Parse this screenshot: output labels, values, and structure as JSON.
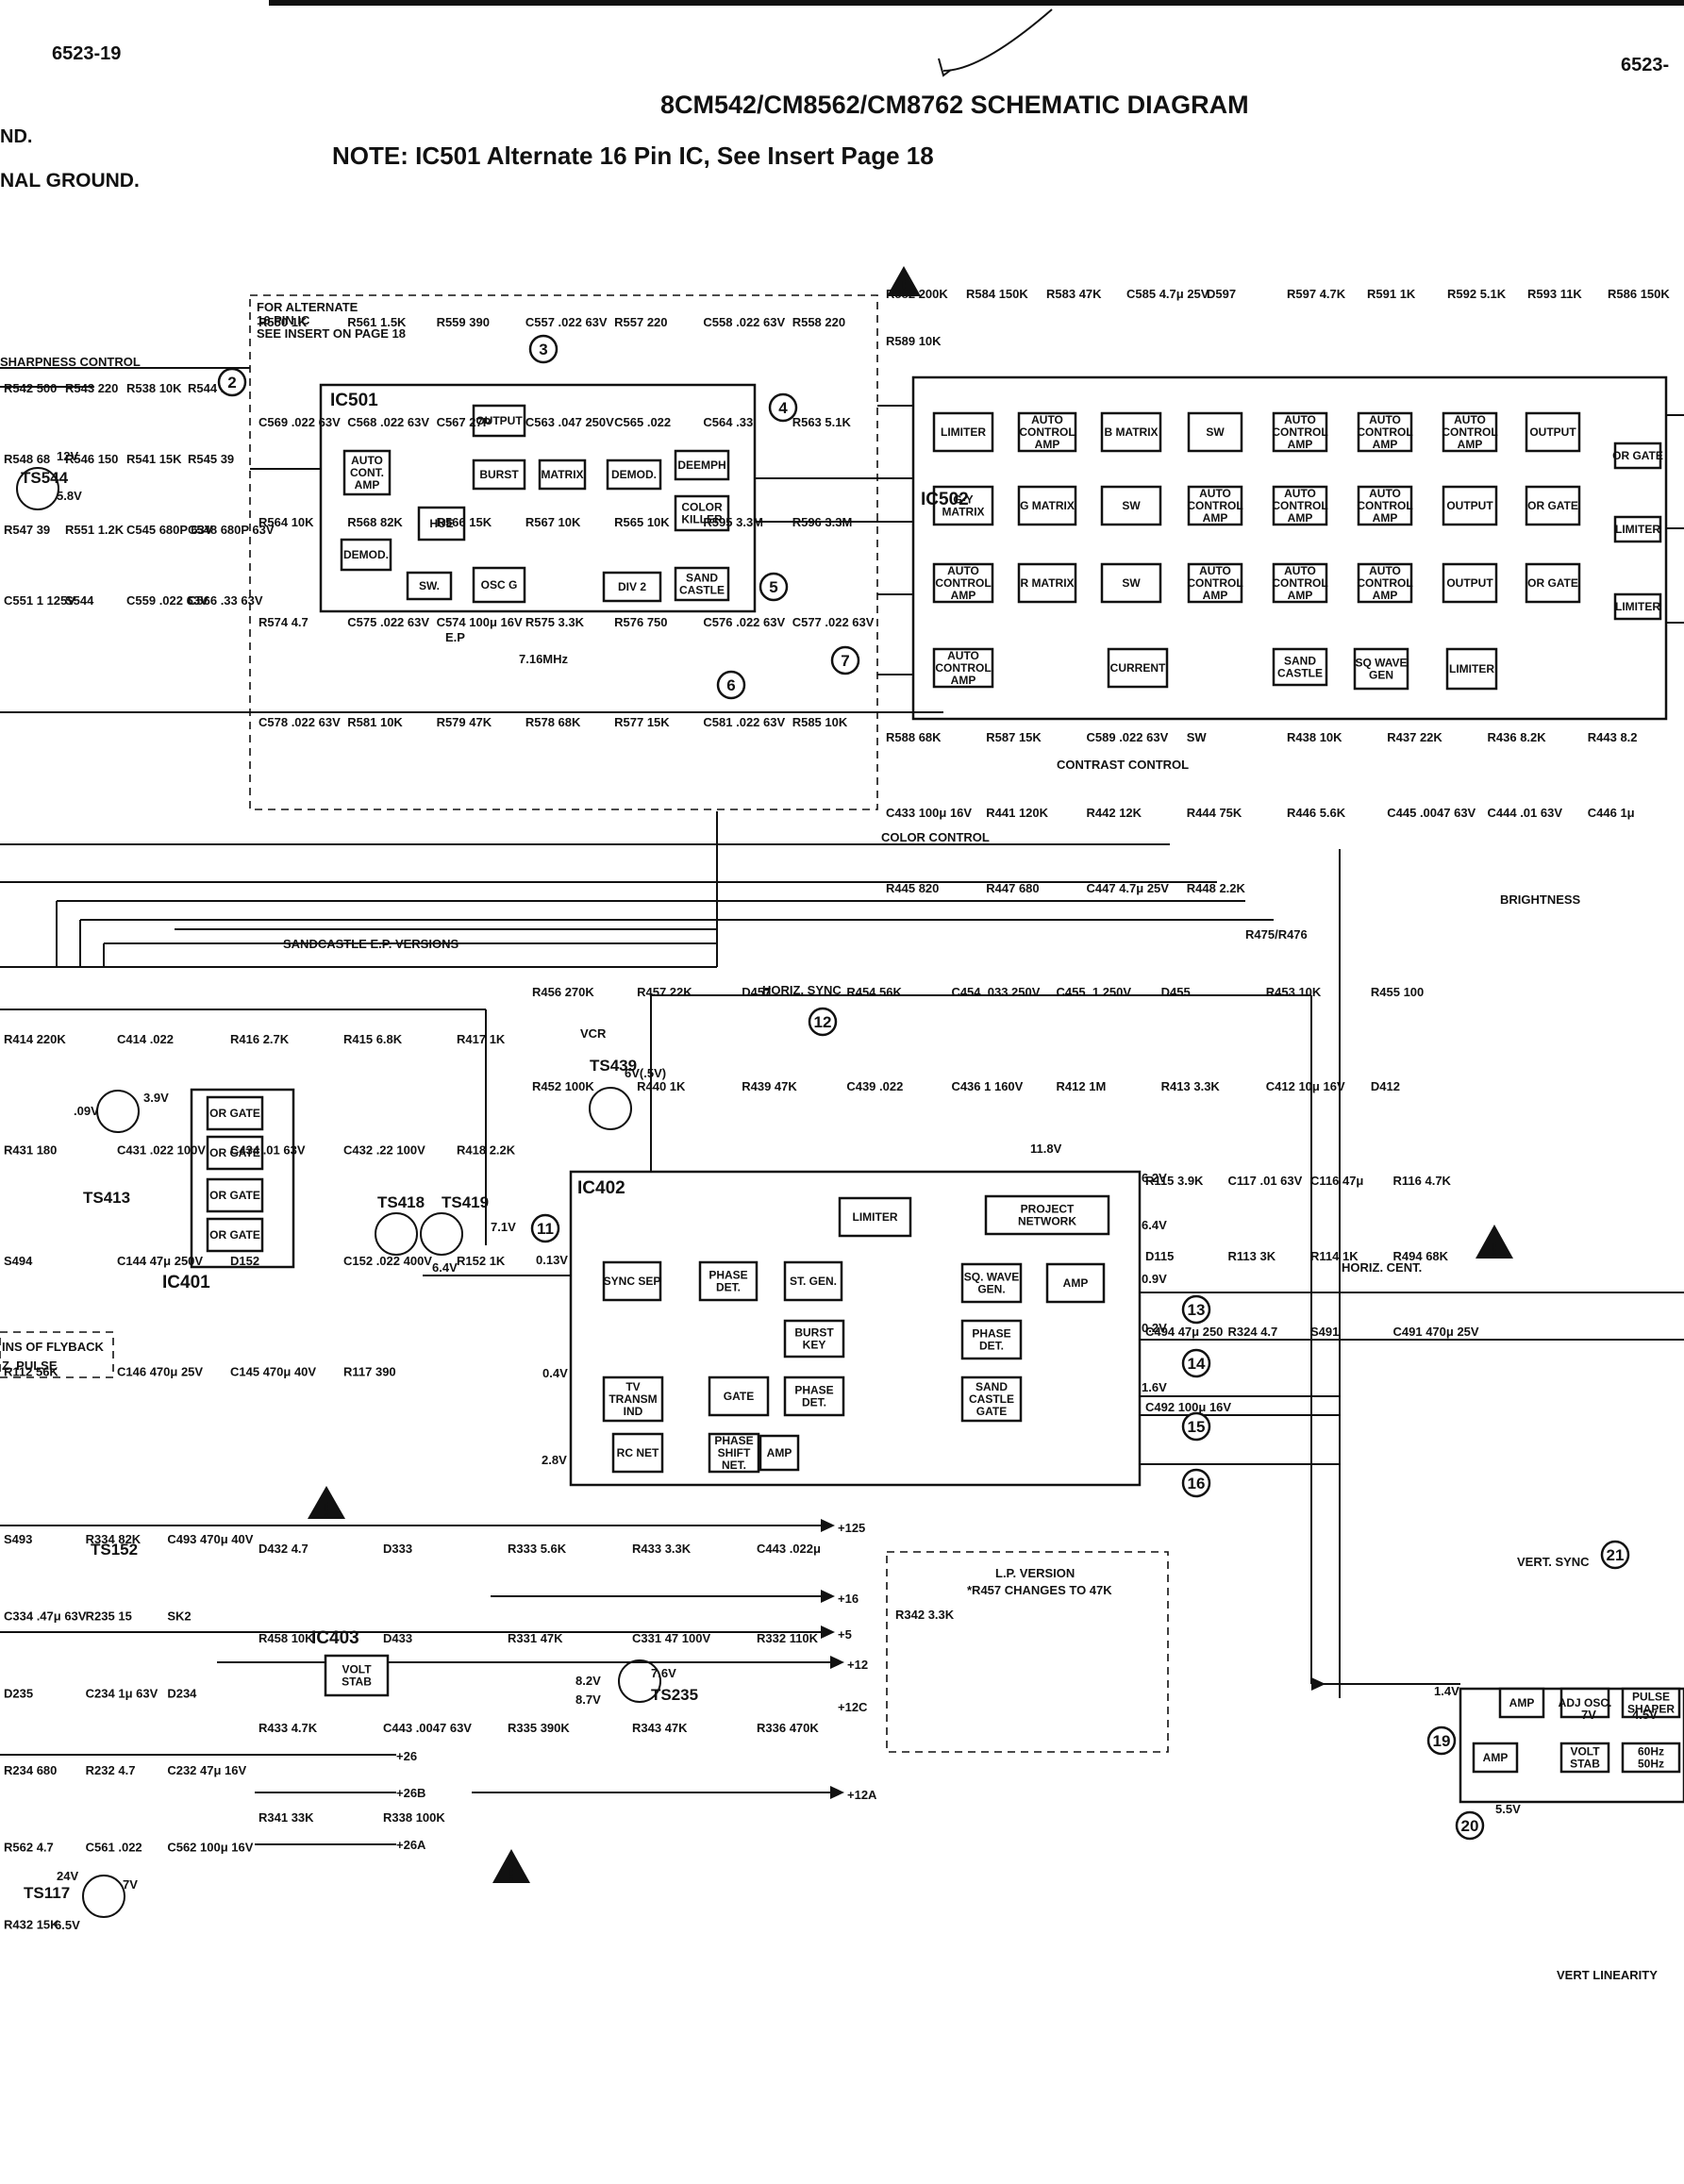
{
  "header": {
    "page_code": "6523-19",
    "page_ref_right": "6523-",
    "title": "8CM542/CM8562/CM8762 SCHEMATIC DIAGRAM",
    "note": "NOTE: IC501 Alternate 16 Pin IC, See Insert Page 18",
    "legend_1": "ND.",
    "legend_2": "NAL GROUND."
  },
  "ics": {
    "ic501": "IC501",
    "ic502": "IC502",
    "ic402": "IC402",
    "ic401": "IC401",
    "ic403": "IC403"
  },
  "ic501_blocks": [
    "AUTO CONT. AMP",
    "OUTPUT",
    "BURST",
    "MATRIX",
    "DEMOD.",
    "DEEMPH",
    "COLOR KILLER",
    "HUE",
    "DEMOD.",
    "SW.",
    "OSC G",
    "DIV 2",
    "SAND CASTLE"
  ],
  "ic502_blocks": [
    "LIMITER",
    "AUTO CONTROL AMP",
    "B MATRIX",
    "SW",
    "AUTO CONTROL AMP",
    "AUTO CONTROL AMP",
    "AUTO CONTROL AMP",
    "OUTPUT",
    "OR GATE",
    "G-Y MATRIX",
    "G MATRIX",
    "SW",
    "AUTO CONTROL AMP",
    "AUTO CONTROL AMP",
    "AUTO CONTROL AMP",
    "OUTPUT",
    "OR GATE",
    "LIMITER",
    "AUTO CONTROL AMP",
    "R MATRIX",
    "SW",
    "AUTO CONTROL AMP",
    "AUTO CONTROL AMP",
    "AUTO CONTROL AMP",
    "OUTPUT",
    "OR GATE",
    "LIMITER",
    "AUTO CONTROL AMP",
    "CURRENT",
    "SAND CASTLE",
    "SQ WAVE GEN",
    "LIMITER"
  ],
  "ic402_blocks": [
    "SYNC SEP",
    "PHASE DET.",
    "ST. GEN.",
    "LIMITER",
    "PROJECT NETWORK",
    "SQ. WAVE GEN.",
    "AMP",
    "BURST KEY",
    "PHASE DET.",
    "TV TRANSM IND",
    "GATE",
    "PHASE DET.",
    "SAND CASTLE GATE",
    "RC NET",
    "PHASE SHIFT NET.",
    "AMP"
  ],
  "ic401_blocks": [
    "OR GATE",
    "OR GATE",
    "OR GATE",
    "OR GATE"
  ],
  "ic403_blocks": [
    "VOLT STAB"
  ],
  "right_blocks": [
    "AMP",
    "ADJ OSC.",
    "PULSE SHAPER",
    "AMP",
    "VOLT STAB",
    "60Hz 50Hz"
  ],
  "text_labels": {
    "alt_note": "FOR ALTERNATE 16 PIN IC SEE INSERT ON PAGE 18",
    "sharpness": "SHARPNESS CONTROL",
    "sandcastle": "SANDCASTLE E.P. VERSIONS",
    "horiz_sync": "HORIZ. SYNC",
    "color_control": "COLOR CONTROL",
    "contrast_control": "CONTRAST CONTROL",
    "brightness": "BRIGHTNESS",
    "horiz_cent": "HORIZ. CENT.",
    "vert_sync": "VERT. SYNC",
    "vert_linearity": "VERT LINEARITY",
    "lp_version": "L.P. VERSION",
    "lp_note": "*R457 CHANGES TO 47K",
    "flyback_1": "INS OF FLYBACK",
    "flyback_2": "Z. PULSE",
    "r475": "R475/R476",
    "vcr": "VCR",
    "crystal": "7.16MHz",
    "ep": "E.P"
  },
  "transistors": [
    "TS544",
    "TS413",
    "TS418",
    "TS419",
    "TS439",
    "TS235",
    "TS117",
    "TS152"
  ],
  "rails": [
    "+125",
    "+16",
    "+5",
    "+12",
    "+12C",
    "+26",
    "+26B",
    "+26A",
    "+12A"
  ],
  "components": [
    "R542 500",
    "R543 220",
    "R538 10K",
    "R544 15",
    "R548 68",
    "R546 150",
    "R541 15K",
    "R545 39",
    "R547 39",
    "R551 1.2K",
    "C545 680P 63V",
    "C548 680P 63V",
    "C551 1 125V",
    "S544",
    "C559 .022 63V",
    "C566 .33 63V",
    "R550 1K",
    "R561 1.5K",
    "R559 390",
    "C557 .022 63V",
    "R557 220",
    "C558 .022 63V",
    "R558 220",
    "C569 .022 63V",
    "C568 .022 63V",
    "C567 27P",
    "C563 .047 250V",
    "C565 .022",
    "C564 .33",
    "R563 5.1K",
    "R564 10K",
    "R568 82K",
    "R566 15K",
    "R567 10K",
    "R565 10K",
    "R595 3.3M",
    "R596 3.3M",
    "R574 4.7",
    "C575 .022 63V",
    "C574 100μ 16V",
    "R575 3.3K",
    "R576 750",
    "C576 .022 63V",
    "C577 .022 63V",
    "C578 .022 63V",
    "R581 10K",
    "R579 47K",
    "R578 68K",
    "R577 15K",
    "C581 .022 63V",
    "R585 10K",
    "R582 200K",
    "R584 150K",
    "R583 47K",
    "C585 4.7μ 25V",
    "D597",
    "R597 4.7K",
    "R591 1K",
    "R592 5.1K",
    "R593 11K",
    "R586 150K",
    "R589 10K",
    "R588 68K",
    "R587 15K",
    "C589 .022 63V",
    "SW",
    "R438 10K",
    "R437 22K",
    "R436 8.2K",
    "R443 8.2",
    "C433 100μ 16V",
    "R441 120K",
    "R442 12K",
    "R444 75K",
    "R446 5.6K",
    "C445 .0047 63V",
    "C444 .01 63V",
    "C446 1μ",
    "R445 820",
    "R447 680",
    "C447 4.7μ 25V",
    "R448 2.2K",
    "R456 270K",
    "R457 22K",
    "D457",
    "R454 56K",
    "C454 .033 250V",
    "C455 .1 250V",
    "D455",
    "R453 10K",
    "R455 100",
    "R452 100K",
    "R440 1K",
    "R439 47K",
    "C439 .022",
    "C436 1 160V",
    "R412 1M",
    "R413 3.3K",
    "C412 10μ 16V",
    "D412",
    "R414 220K",
    "C414 .022",
    "R416 2.7K",
    "R415 6.8K",
    "R417 1K",
    "R431 180",
    "C431 .022 100V",
    "C434 .01 63V",
    "C432 .22 100V",
    "R418 2.2K",
    "S494",
    "C144 47μ 250V",
    "D152",
    "C152 .022 400V",
    "R152 1K",
    "R112 56K",
    "C146 470μ 25V",
    "C145 470μ 40V",
    "R117 390",
    "R115 3.9K",
    "C117 .01 63V",
    "C116 47μ",
    "R116 4.7K",
    "D115",
    "R113 3K",
    "R114 1K",
    "R494 68K",
    "C494 47μ 250",
    "R324 4.7",
    "S491",
    "C491 470μ 25V",
    "C492 100μ 16V",
    "S493",
    "R334 82K",
    "C493 470μ 40V",
    "C334 .47μ 63V",
    "R235 15",
    "SK2",
    "D235",
    "C234 1μ 63V",
    "D234",
    "R234 680",
    "R232 4.7",
    "C232 47μ 16V",
    "R562 4.7",
    "C561 .022",
    "C562 100μ 16V",
    "R432 15K",
    "D432 4.7",
    "D333",
    "R333 5.6K",
    "R433 3.3K",
    "C443 .022μ",
    "R458 10K",
    "D433",
    "R331 47K",
    "C331 47 100V",
    "R332 110K",
    "R433 4.7K",
    "C443 .0047 63V",
    "R335 390K",
    "R343 47K",
    "R336 470K",
    "R341 33K",
    "R338 100K",
    "R342 3.3K"
  ],
  "voltages": [
    "12V",
    "5.8V",
    "6V(.5V)",
    "3.9V",
    ".09V",
    "7.1V",
    "6.4V",
    "0.13V",
    "0.4V",
    "2.8V",
    "0.9V",
    "0.2V",
    "1.6V",
    "6.2V",
    "6.4V",
    "11.8V",
    "8.2V",
    "8.7V",
    "7.6V",
    "24V",
    "7V",
    "6.5V",
    "1.4V",
    "5.5V",
    "7V",
    "4.5V"
  ],
  "test_points": [
    "2",
    "3",
    "4",
    "5",
    "6",
    "7",
    "11",
    "12",
    "13",
    "14",
    "15",
    "16",
    "19",
    "20",
    "21"
  ]
}
